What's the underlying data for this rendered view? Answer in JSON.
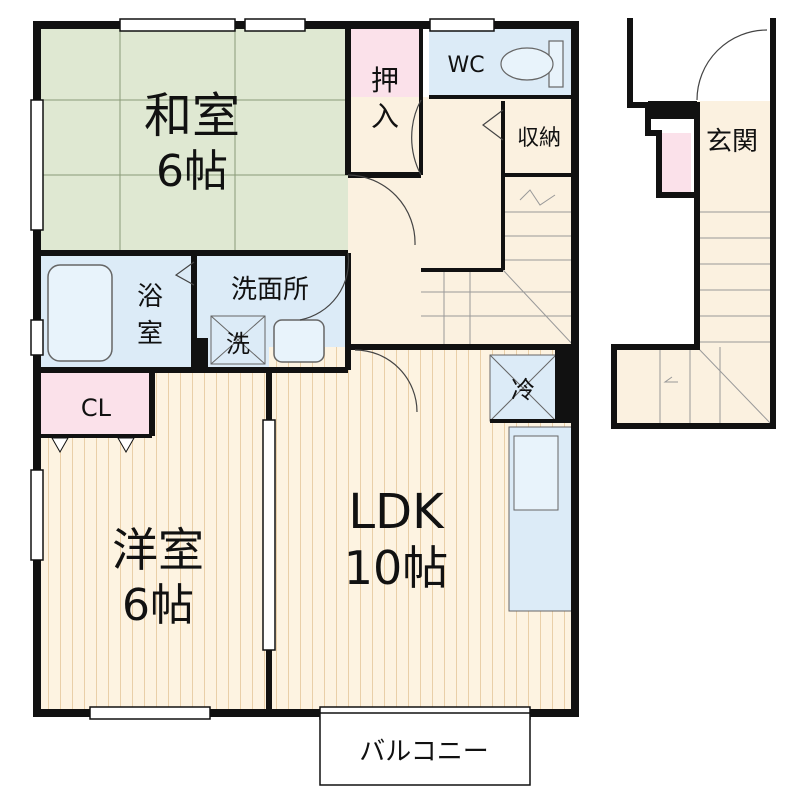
{
  "rooms": {
    "washitsu_name": "和室",
    "washitsu_size": "6帖",
    "oshiire": [
      "押",
      "入"
    ],
    "wc": "WC",
    "shuno": "収納",
    "genkan": "玄関",
    "yokushitsu": [
      "浴",
      "室"
    ],
    "senmenjo": "洗面所",
    "sentaku": "洗",
    "rei": "冷",
    "cl": "CL",
    "youshitsu_name": "洋室",
    "youshitsu_size": "6帖",
    "ldk_name": "LDK",
    "ldk_size": "10帖",
    "balcony": "バルコニー"
  },
  "colors": {
    "wall": "#111111",
    "tatami": "#dfe8d2",
    "wood": "#fdf3e1",
    "wet": "#dcebf7",
    "closet": "#fbe1ea",
    "floor": "#fbf1e0"
  }
}
